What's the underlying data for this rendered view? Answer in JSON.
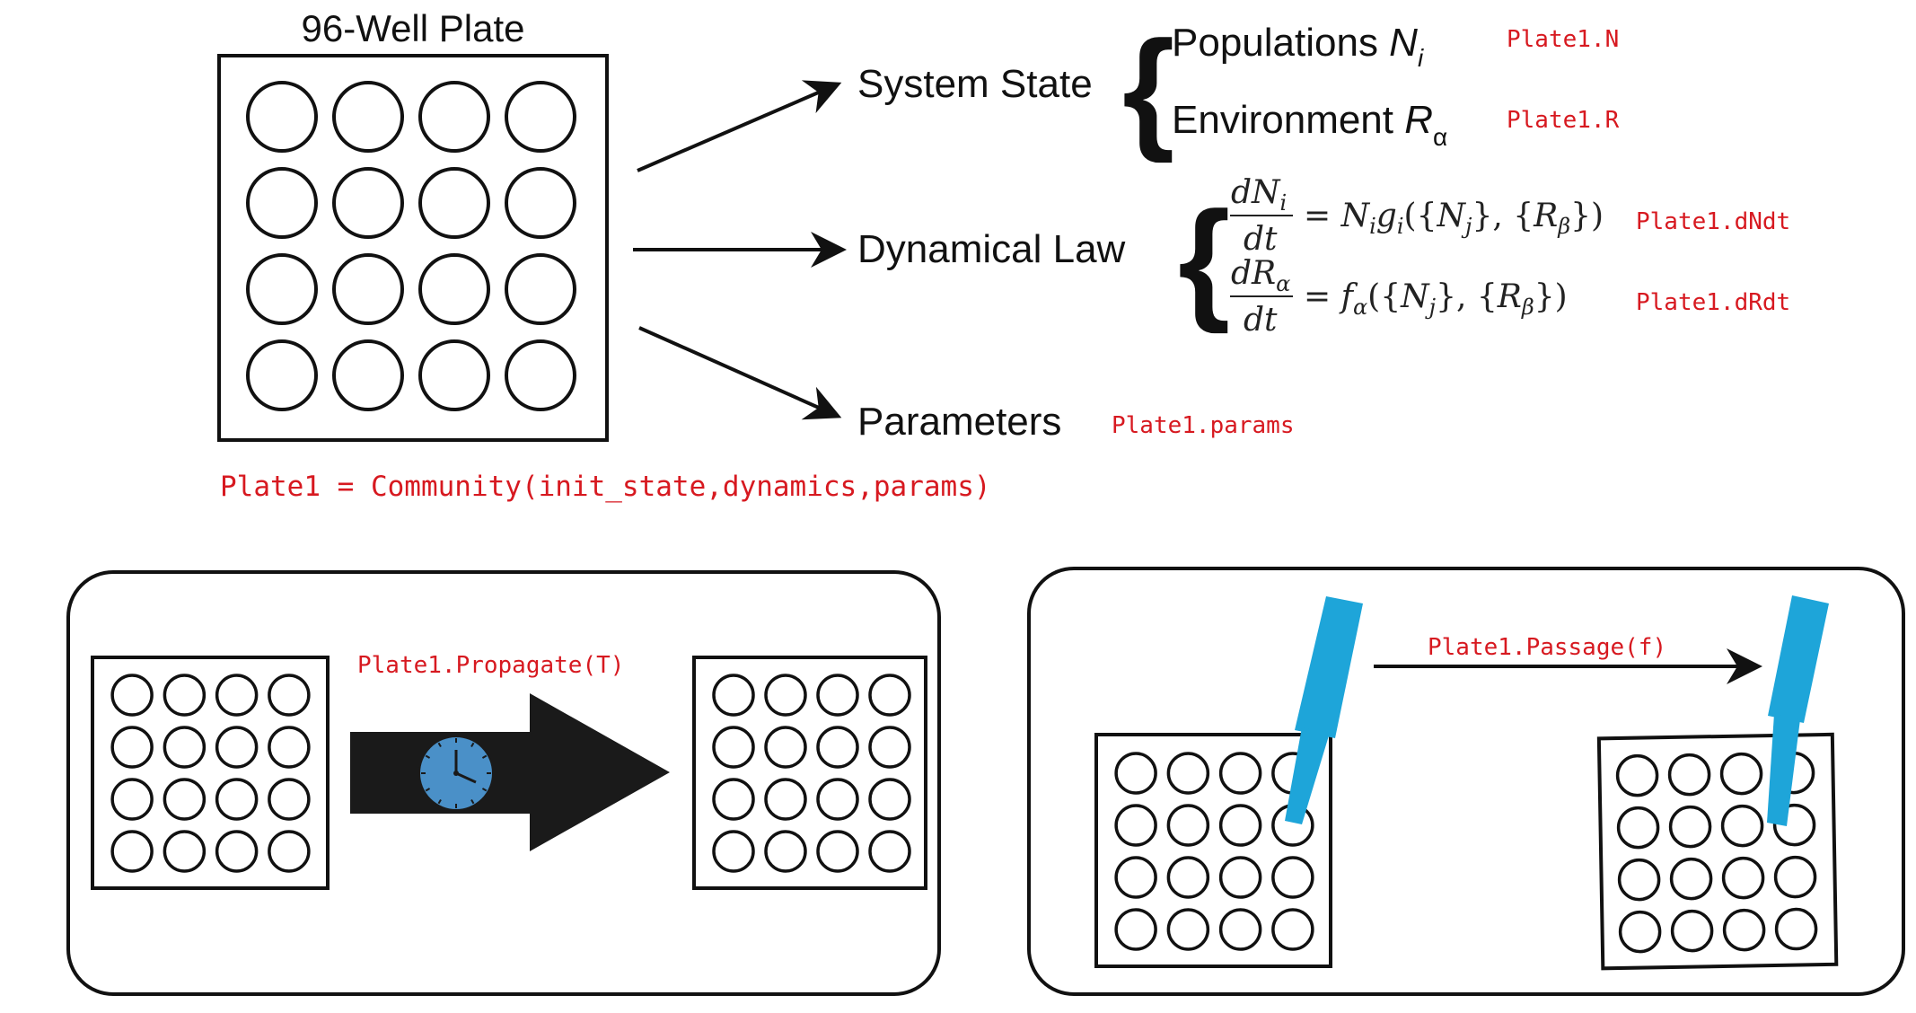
{
  "plate": {
    "title": "96-Well Plate",
    "rows": 4,
    "cols": 4
  },
  "labels": {
    "system_state": "System State",
    "dynamical_law": "Dynamical Law",
    "parameters": "Parameters"
  },
  "state": {
    "populations_text": "Populations ",
    "populations_symbol": "N",
    "populations_sub": "i",
    "environment_text": "Environment ",
    "environment_symbol": "R",
    "environment_sub": "α"
  },
  "equations": {
    "eq1_num": "dNi",
    "eq1_den": "dt",
    "eq1_rhs": "= Nigi({Nj}, {Rβ})",
    "eq2_num": "dRα",
    "eq2_den": "dt",
    "eq2_rhs": "= fα({Nj}, {Rβ})"
  },
  "code": {
    "plate1_N": "Plate1.N",
    "plate1_R": "Plate1.R",
    "plate1_dNdt": "Plate1.dNdt",
    "plate1_dRdt": "Plate1.dRdt",
    "plate1_params": "Plate1.params",
    "constructor": "Plate1 = Community(init_state,dynamics,params)",
    "propagate": "Plate1.Propagate(T)",
    "passage": "Plate1.Passage(f)"
  },
  "colors": {
    "code": "#d71920",
    "ink": "#111111",
    "pipette": "#1ea5d9",
    "clock": "#4a90c8"
  },
  "icons": {
    "clock": "clock-icon",
    "pipette": "pipette-icon"
  }
}
